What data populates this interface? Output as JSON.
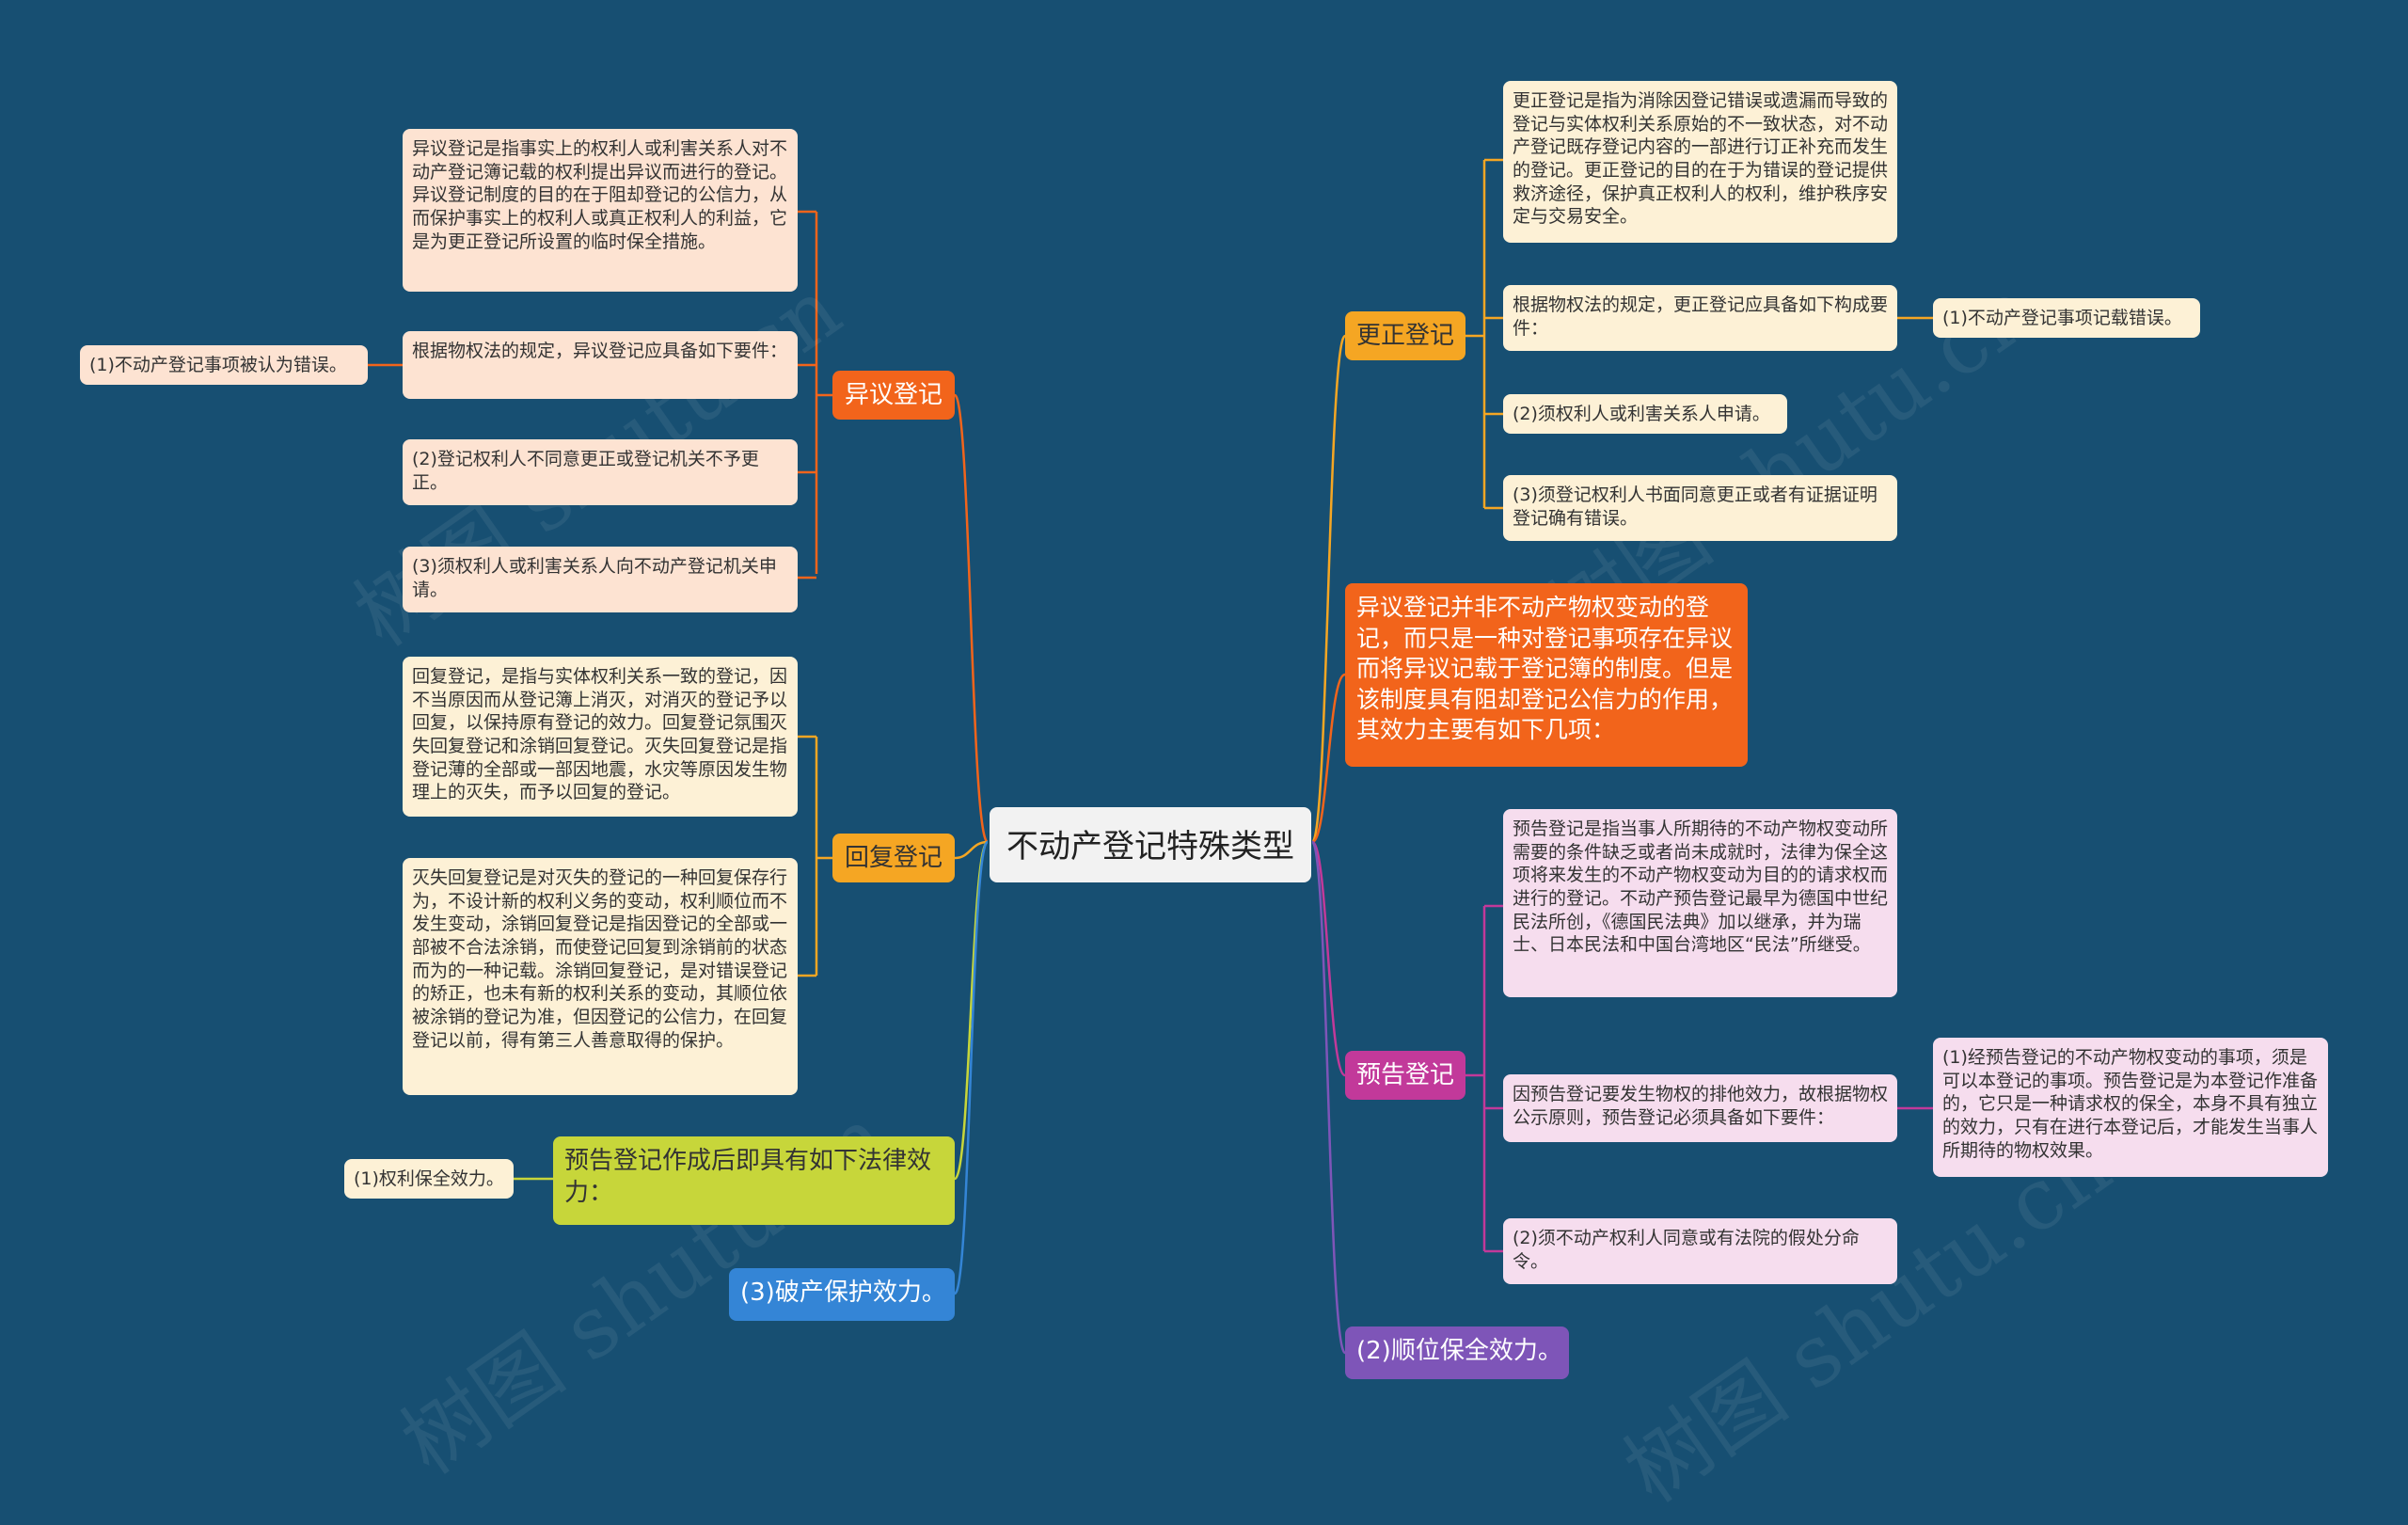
{
  "root": "不动产登记特殊类型",
  "left": {
    "yiyi": {
      "label": "异议登记",
      "def": "异议登记是指事实上的权利人或利害关系人对不动产登记簿记载的权利提出异议而进行的登记。异议登记制度的目的在于阻却登记的公信力，从而保护事实上的权利人或真正权利人的利益，它是为更正登记所设置的临时保全措施。",
      "req_intro": "根据物权法的规定，异议登记应具备如下要件：",
      "req1": "(1)不动产登记事项被认为错误。",
      "req2": "(2)登记权利人不同意更正或登记机关不予更正。",
      "req3": "(3)须权利人或利害关系人向不动产登记机关申请。"
    },
    "huifu": {
      "label": "回复登记",
      "def": "回复登记，是指与实体权利关系一致的登记，因不当原因而从登记簿上消灭，对消灭的登记予以回复，以保持原有登记的效力。回复登记氛围灭失回复登记和涂销回复登记。灭失回复登记是指登记薄的全部或一部因地震，水灾等原因发生物理上的灭失，而予以回复的登记。",
      "detail": "灭失回复登记是对灭失的登记的一种回复保存行为，不设计新的权利义务的变动，权利顺位而不发生变动，涂销回复登记是指因登记的全部或一部被不合法涂销，而使登记回复到涂销前的状态而为的一种记载。涂销回复登记，是对错误登记的矫正，也未有新的权利关系的变动，其顺位依被涂销的登记为准，但因登记的公信力，在回复登记以前，得有第三人善意取得的保护。"
    },
    "effect": {
      "label": "预告登记作成后即具有如下法律效力：",
      "item1": "(1)权利保全效力。"
    },
    "bankrupt": "(3)破产保护效力。"
  },
  "right": {
    "gengzheng": {
      "label": "更正登记",
      "def": "更正登记是指为消除因登记错误或遗漏而导致的登记与实体权利关系原始的不一致状态，对不动产登记既存登记内容的一部进行订正补充而发生的登记。更正登记的目的在于为错误的登记提供救济途径，保护真正权利人的权利，维护秩序安定与交易安全。",
      "req_intro": "根据物权法的规定，更正登记应具备如下构成要件：",
      "req1": "(1)不动产登记事项记载错误。",
      "req2": "(2)须权利人或利害关系人申请。",
      "req3": "(3)须登记权利人书面同意更正或者有证据证明登记确有错误。"
    },
    "yiyi_note": "异议登记并非不动产物权变动的登记，而只是一种对登记事项存在异议而将异议记载于登记簿的制度。但是该制度具有阻却登记公信力的作用，其效力主要有如下几项：",
    "yugao": {
      "label": "预告登记",
      "def": "预告登记是指当事人所期待的不动产物权变动所需要的条件缺乏或者尚未成就时，法律为保全这项将来发生的不动产物权变动为目的的请求权而进行的登记。不动产预告登记最早为德国中世纪民法所创，《德国民法典》加以继承，并为瑞士、日本民法和中国台湾地区“民法”所继受。",
      "req_intro": "因预告登记要发生物权的排他效力，故根据物权公示原则，预告登记必须具备如下要件：",
      "req1": "(1)经预告登记的不动产物权变动的事项，须是可以本登记的事项。预告登记是为本登记作准备的，它只是一种请求权的保全，本身不具有独立的效力，只有在进行本登记后，才能发生当事人所期待的物权效果。",
      "req2": "(2)须不动产权利人同意或有法院的假处分命令。"
    },
    "order": "(2)顺位保全效力。"
  },
  "watermark": "树图 shutu.cn",
  "colors": {
    "background": "#174f72",
    "yiyi": "#f2641b",
    "huifu": "#f5a623",
    "gengzheng": "#f5a623",
    "yugao": "#c2399a",
    "effect": "#c7d63a",
    "bankrupt": "#3485d6",
    "order": "#7e55b8",
    "salmon_leaf": "#fde3d2",
    "cream_leaf": "#fdf1d6",
    "pink_leaf": "#f6ddee"
  }
}
